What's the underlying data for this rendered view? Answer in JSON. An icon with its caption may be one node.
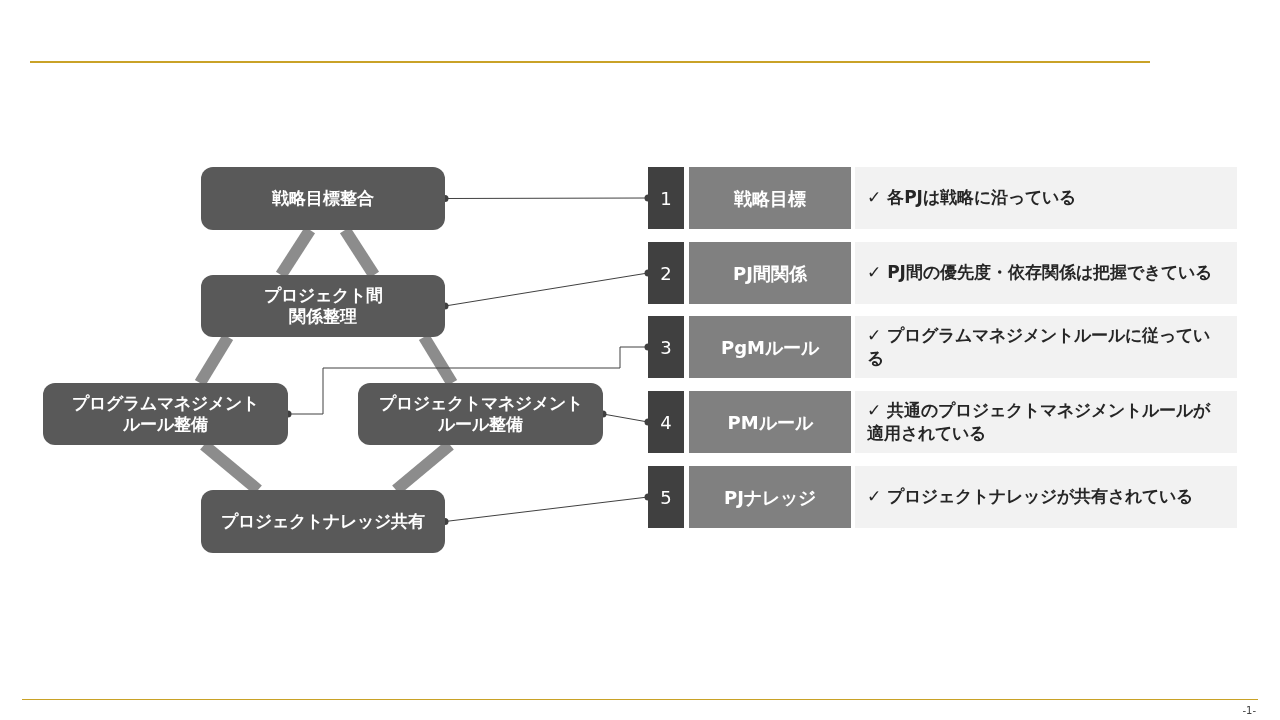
{
  "diagram": {
    "nodes": [
      {
        "text": [
          "戦略目標整合"
        ]
      },
      {
        "text": [
          "プロジェクト間関係整理"
        ]
      },
      {
        "text": [
          "プログラムマネジメントルール整備"
        ]
      },
      {
        "text": [
          "プロジェクトマネジメントルール整備"
        ]
      },
      {
        "text": [
          "プロジェクトナレッジ共有"
        ]
      },
      {
        "text": [
          "1"
        ]
      },
      {
        "text": [
          "戦略目標"
        ]
      },
      {
        "text": [
          "✓ 各PJは戦略に沿っている"
        ]
      },
      {
        "text": [
          "2"
        ]
      },
      {
        "text": [
          "PJ間関係"
        ]
      },
      {
        "text": [
          "✓ PJ間の優先度・依存関係は把握できている"
        ]
      },
      {
        "text": [
          "3"
        ]
      },
      {
        "text": [
          "PgMルール"
        ]
      },
      {
        "text": [
          "✓ プログラムマネジメントルールに従っている"
        ]
      },
      {
        "text": [
          "4"
        ]
      },
      {
        "text": [
          "PMルール"
        ]
      },
      {
        "text": [
          "✓ 共通のプロジェクトマネジメントルールが適用されている"
        ]
      },
      {
        "text": [
          "5"
        ]
      },
      {
        "text": [
          "PJナレッジ"
        ]
      },
      {
        "text": [
          "✓ プロジェクトナレッジが共有されている"
        ]
      }
    ],
    "edges": [
      {
        "from": 0,
        "to": 1,
        "arrow": "none"
      },
      {
        "from": 0,
        "to": 1,
        "arrow": "none"
      },
      {
        "from": 1,
        "to": 2,
        "arrow": "none"
      },
      {
        "from": 1,
        "to": 3,
        "arrow": "none"
      },
      {
        "from": 2,
        "to": 4,
        "arrow": "none"
      },
      {
        "from": 3,
        "to": 4,
        "arrow": "none"
      },
      {
        "from": 0,
        "to": 5,
        "arrow": "other",
        "color": "#404040"
      },
      {
        "from": 1,
        "to": 8,
        "arrow": "other",
        "color": "#404040"
      },
      {
        "from": 2,
        "to": 11,
        "arrow": "other",
        "color": "#404040"
      },
      {
        "from": 3,
        "to": 14,
        "arrow": "other",
        "color": "#404040"
      },
      {
        "from": 4,
        "to": 17,
        "arrow": "other",
        "color": "#404040"
      }
    ],
    "labels": [
      "-1-"
    ]
  }
}
